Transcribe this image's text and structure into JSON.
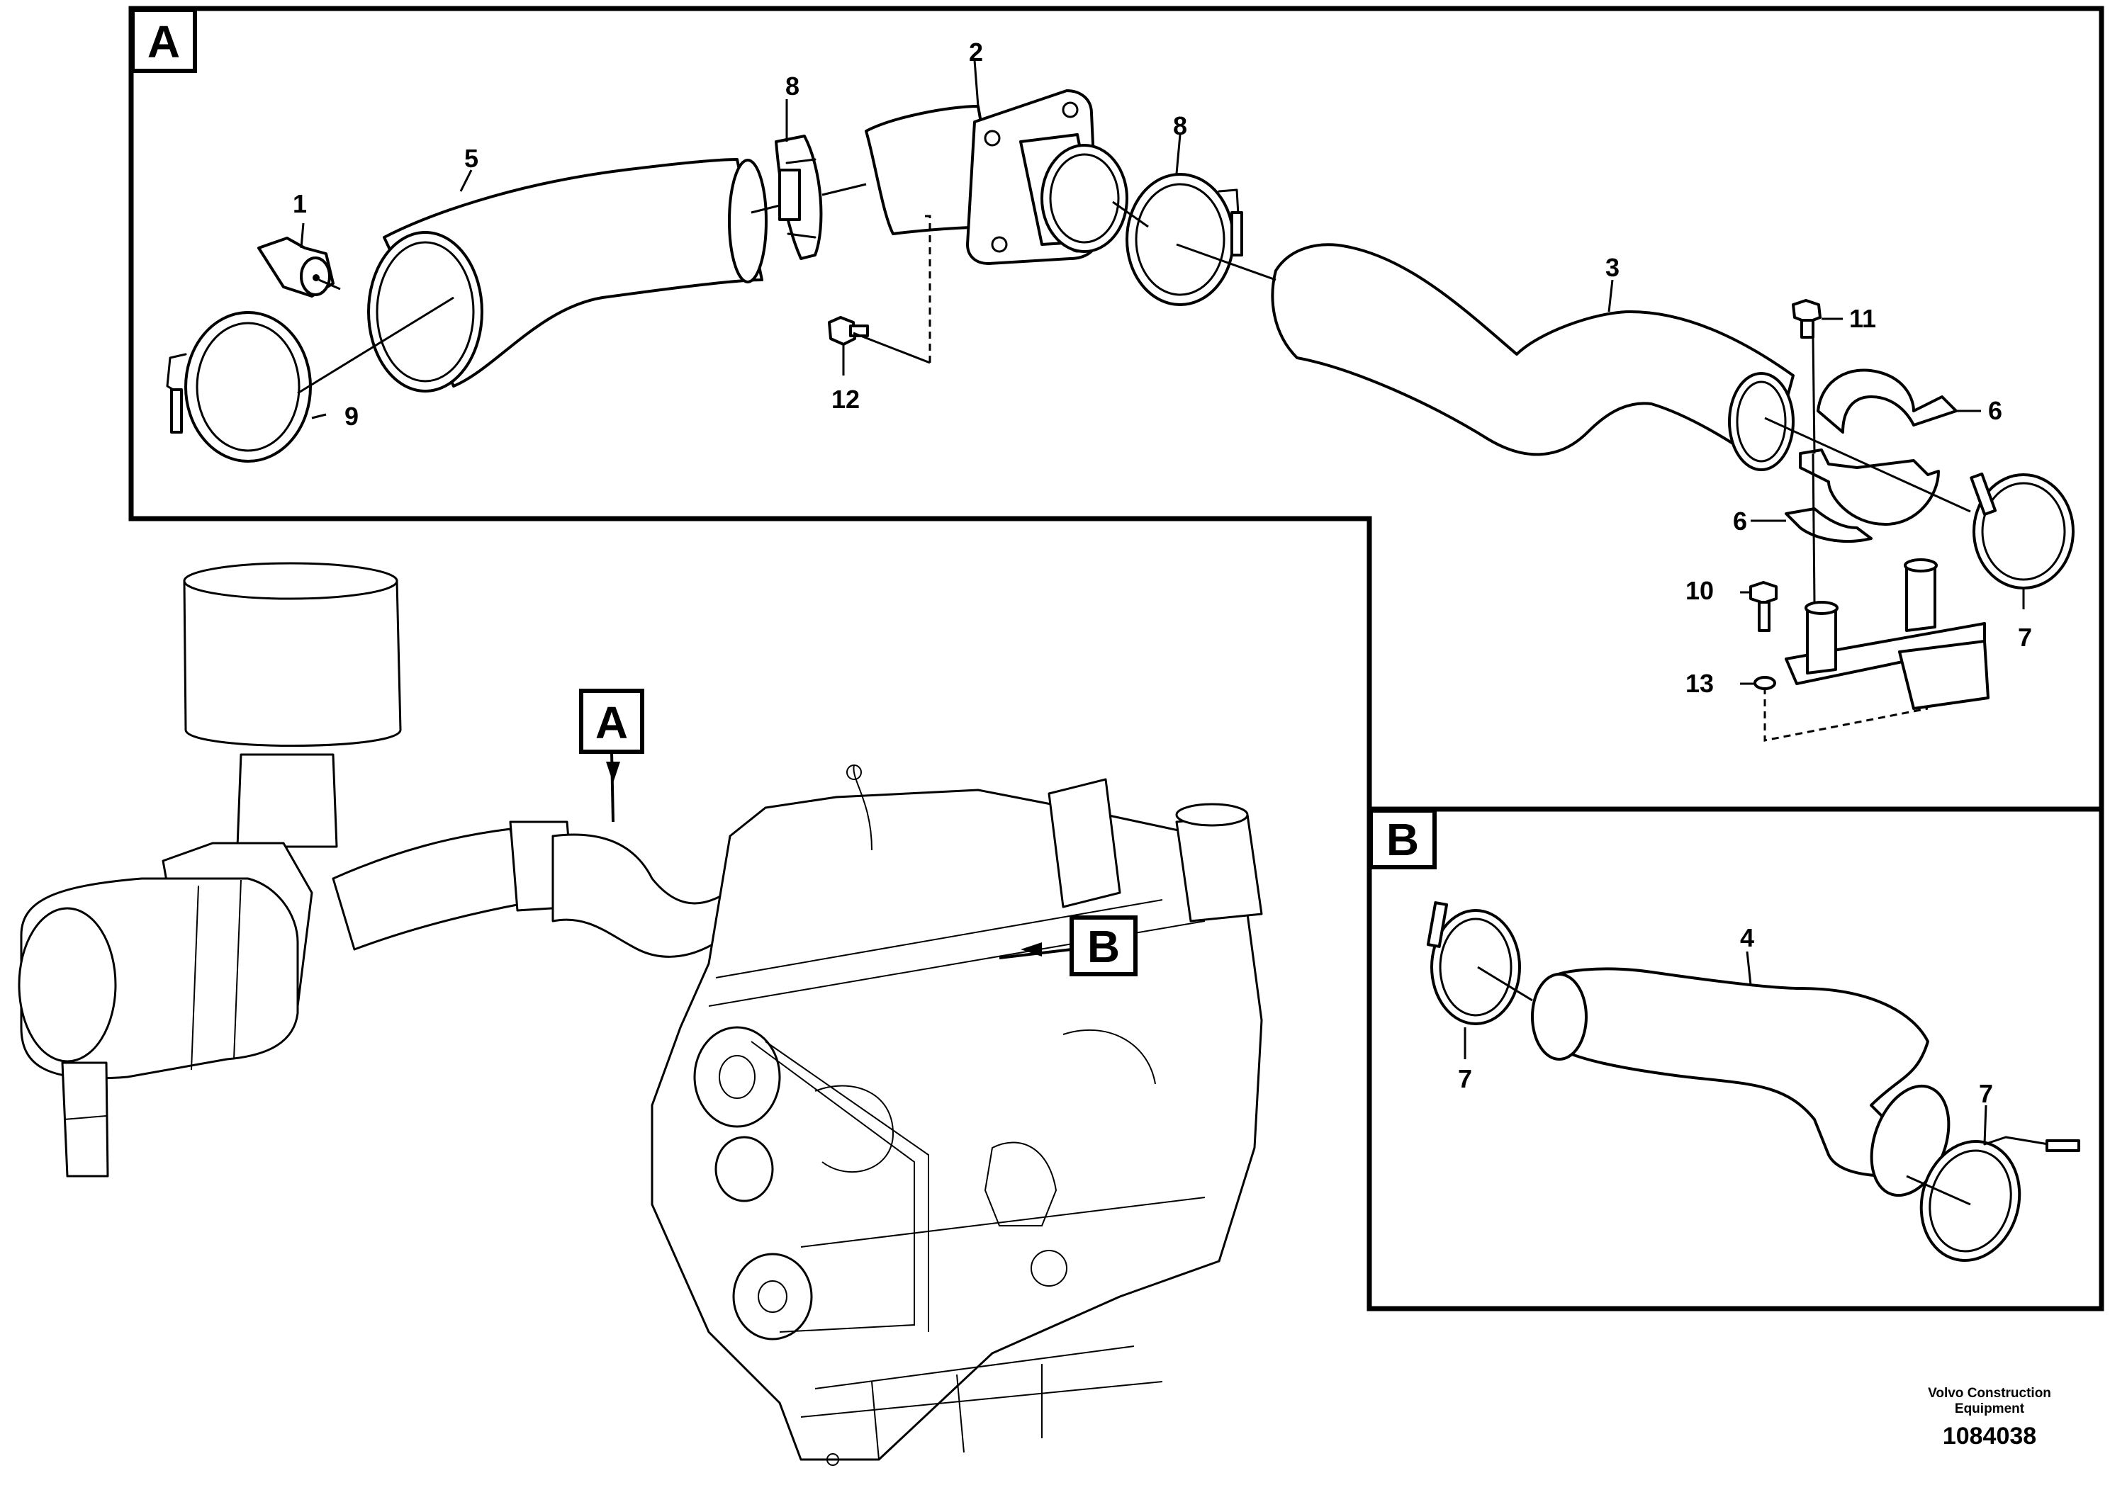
{
  "detail_frames": {
    "a_label": "A",
    "b_label": "B"
  },
  "overview_markers": {
    "a_label": "A",
    "b_label": "B"
  },
  "callouts": {
    "detail_a": {
      "part_1": "1",
      "part_2": "2",
      "part_3": "3",
      "part_5": "5",
      "part_6_upper": "6",
      "part_6_lower": "6",
      "part_7": "7",
      "part_8_left": "8",
      "part_8_right": "8",
      "part_9": "9",
      "part_10": "10",
      "part_11": "11",
      "part_12": "12",
      "part_13": "13"
    },
    "detail_b": {
      "part_4": "4",
      "part_7_left": "7",
      "part_7_right": "7"
    }
  },
  "credit": {
    "company_line1": "Volvo Construction",
    "company_line2": "Equipment",
    "drawing_number": "1084038"
  }
}
